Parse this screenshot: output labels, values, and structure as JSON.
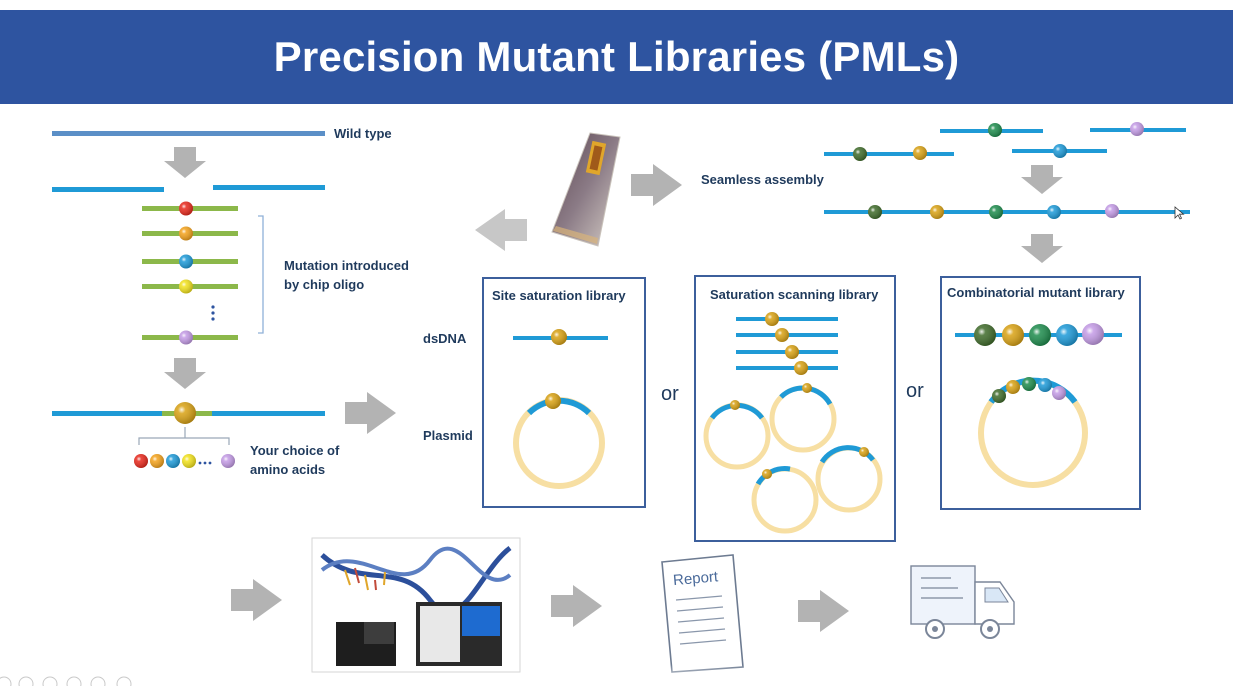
{
  "title": "Precision Mutant Libraries (PMLs)",
  "labels": {
    "wild_type": "Wild type",
    "mutation_line1": "Mutation introduced",
    "mutation_line2": "by chip oligo",
    "choice_line1": "Your choice of",
    "choice_line2": "amino acids",
    "seamless": "Seamless assembly",
    "dsdna": "dsDNA",
    "plasmid": "Plasmid",
    "site_saturation": "Site saturation library",
    "saturation_scanning": "Saturation scanning library",
    "combinatorial": "Combinatorial mutant library",
    "or1": "or",
    "or2": "or",
    "report": "Report"
  },
  "colors": {
    "banner": "#2e54a0",
    "dna_blue": "#1f9ad6",
    "dna_steel": "#5b8fc7",
    "oligo_green": "#8cb84a",
    "plasmid_ring": "#f7dfa3",
    "box_border": "#3c5f9c",
    "arrow_gray": "#b3b3b3",
    "mut_red": "#e8281c",
    "mut_orange": "#f4a21b",
    "mut_blue": "#1d9ad8",
    "mut_yellow": "#f2e21c",
    "mut_lilac": "#c49be6",
    "bead_gold": "#d9a214",
    "bead_darkgreen": "#3f6b2a",
    "bead_green": "#1e8c4d"
  },
  "icons": [
    "chip-oligo-slide-icon",
    "dna-sequencer-icon",
    "report-document-icon",
    "delivery-truck-icon",
    "slide-nav-icons"
  ]
}
